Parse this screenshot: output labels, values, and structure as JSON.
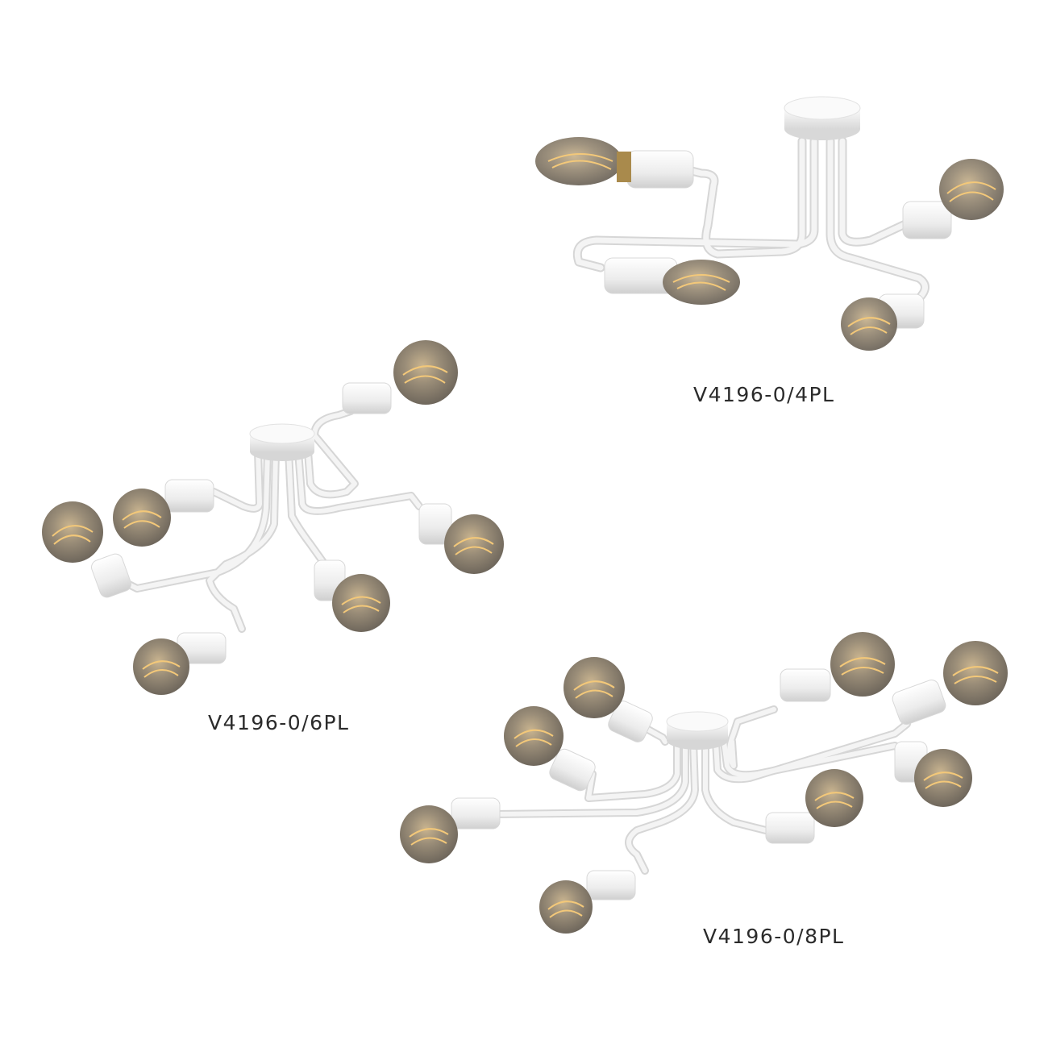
{
  "products": [
    {
      "model": "V4196-0/4PL",
      "bulb_count": 4
    },
    {
      "model": "V4196-0/6PL",
      "bulb_count": 6
    },
    {
      "model": "V4196-0/8PL",
      "bulb_count": 8
    }
  ],
  "colors": {
    "background": "#ffffff",
    "fixture": "#f1f1f1",
    "fixture_shadow": "#d4d4d4",
    "bulb_glass": "#8c8476",
    "filament": "#f3c879",
    "caption": "#2b2b2b"
  }
}
